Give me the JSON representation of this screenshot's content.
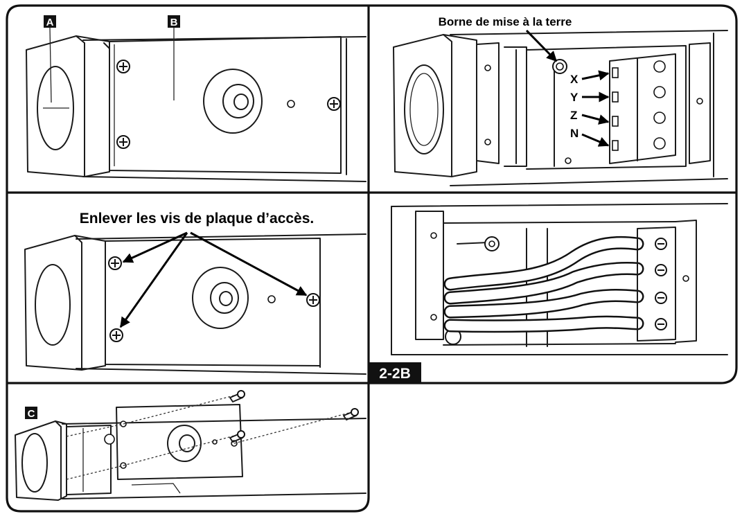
{
  "figure": {
    "tag": "2-2B",
    "panels": {
      "top_left": {
        "label_a": "A",
        "label_b": "B"
      },
      "top_right": {
        "ground_label": "Borne de mise à la terre",
        "terminals": [
          "X",
          "Y",
          "Z",
          "N"
        ]
      },
      "middle_left": {
        "caption": "Enlever les vis de plaque d’accès."
      },
      "bottom_left": {
        "label_c": "C"
      }
    }
  }
}
